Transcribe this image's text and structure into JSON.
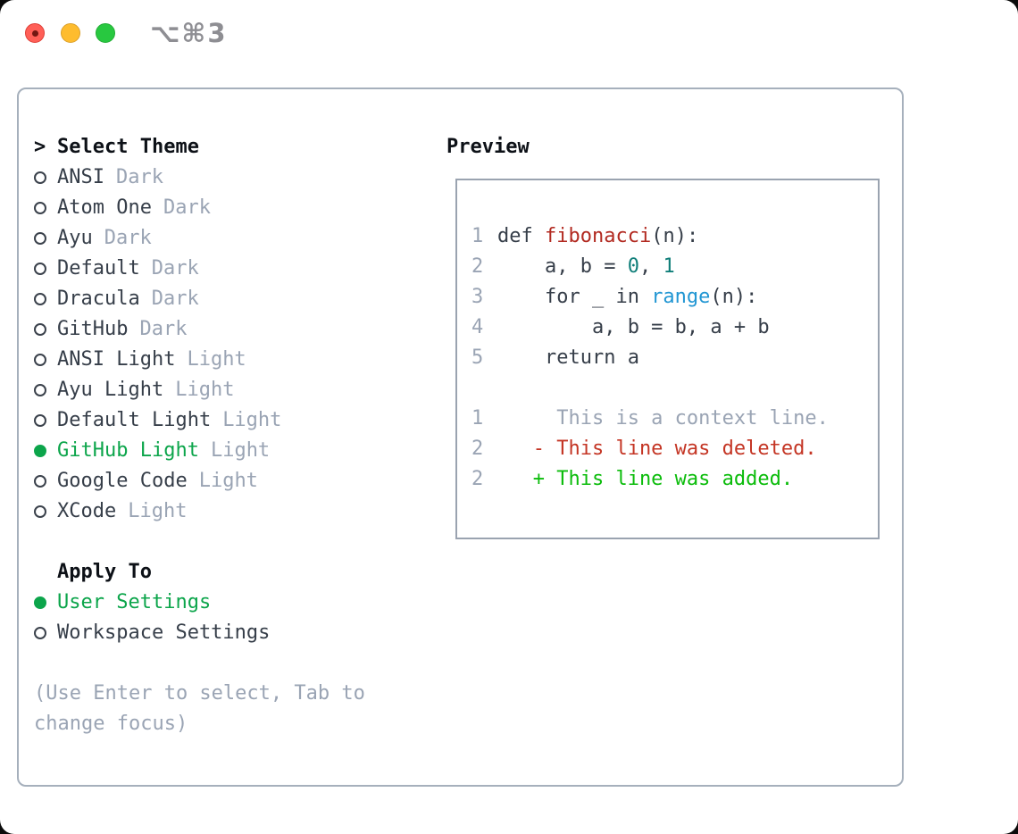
{
  "window": {
    "title": "⌥⌘3",
    "traffic_lights": [
      "close",
      "minimize",
      "zoom"
    ]
  },
  "palette": {
    "fg": "#363e49",
    "heading": "#0d1117",
    "muted": "#9aa4b4",
    "green": "#0ca54b",
    "func_red": "#b22a21",
    "number_teal": "#0f7e79",
    "builtin_blue": "#2196d3",
    "diff_del_red": "#c43524",
    "diff_add_green": "#0bbc0b",
    "panel_border": "#a6b0bc",
    "preview_border": "#9aa3b0",
    "title_gray": "#8e8e93",
    "light_red": "#ff5f57",
    "light_yellow": "#febc2e",
    "light_green": "#28c840"
  },
  "theme_list": {
    "header": {
      "prefix": ">",
      "label": "Select Theme"
    },
    "items": [
      {
        "name": "ANSI",
        "variant": "Dark",
        "selected": false
      },
      {
        "name": "Atom One",
        "variant": "Dark",
        "selected": false
      },
      {
        "name": "Ayu",
        "variant": "Dark",
        "selected": false
      },
      {
        "name": "Default",
        "variant": "Dark",
        "selected": false
      },
      {
        "name": "Dracula",
        "variant": "Dark",
        "selected": false
      },
      {
        "name": "GitHub",
        "variant": "Dark",
        "selected": false
      },
      {
        "name": "ANSI Light",
        "variant": "Light",
        "selected": false
      },
      {
        "name": "Ayu Light",
        "variant": "Light",
        "selected": false
      },
      {
        "name": "Default Light",
        "variant": "Light",
        "selected": false
      },
      {
        "name": "GitHub Light",
        "variant": "Light",
        "selected": true
      },
      {
        "name": "Google Code",
        "variant": "Light",
        "selected": false
      },
      {
        "name": "XCode",
        "variant": "Light",
        "selected": false
      }
    ]
  },
  "apply_to": {
    "header": "Apply To",
    "options": [
      {
        "label": "User Settings",
        "selected": true
      },
      {
        "label": "Workspace Settings",
        "selected": false
      }
    ]
  },
  "hint": {
    "lines": [
      "(Use Enter to select, Tab to",
      "change focus)"
    ]
  },
  "preview": {
    "header": "Preview",
    "code_lines": [
      {
        "num": "1",
        "tokens": [
          {
            "text": "def ",
            "style": "fg"
          },
          {
            "text": "fibonacci",
            "style": "func"
          },
          {
            "text": "(n):",
            "style": "fg"
          }
        ]
      },
      {
        "num": "2",
        "tokens": [
          {
            "text": "    a, b = ",
            "style": "fg"
          },
          {
            "text": "0",
            "style": "num"
          },
          {
            "text": ", ",
            "style": "fg"
          },
          {
            "text": "1",
            "style": "num"
          }
        ]
      },
      {
        "num": "3",
        "tokens": [
          {
            "text": "    for _ in ",
            "style": "fg"
          },
          {
            "text": "range",
            "style": "builtin"
          },
          {
            "text": "(n):",
            "style": "fg"
          }
        ]
      },
      {
        "num": "4",
        "tokens": [
          {
            "text": "        a, b = b, a + b",
            "style": "fg"
          }
        ]
      },
      {
        "num": "5",
        "tokens": [
          {
            "text": "    return a",
            "style": "fg"
          }
        ]
      }
    ],
    "diff_lines": [
      {
        "num": "1",
        "tokens": [
          {
            "text": "     This is a context line.",
            "style": "muted"
          }
        ]
      },
      {
        "num": "2",
        "tokens": [
          {
            "text": "   - This line was deleted.",
            "style": "del"
          }
        ]
      },
      {
        "num": "2",
        "tokens": [
          {
            "text": "   + This line was added.",
            "style": "add"
          }
        ]
      }
    ]
  }
}
